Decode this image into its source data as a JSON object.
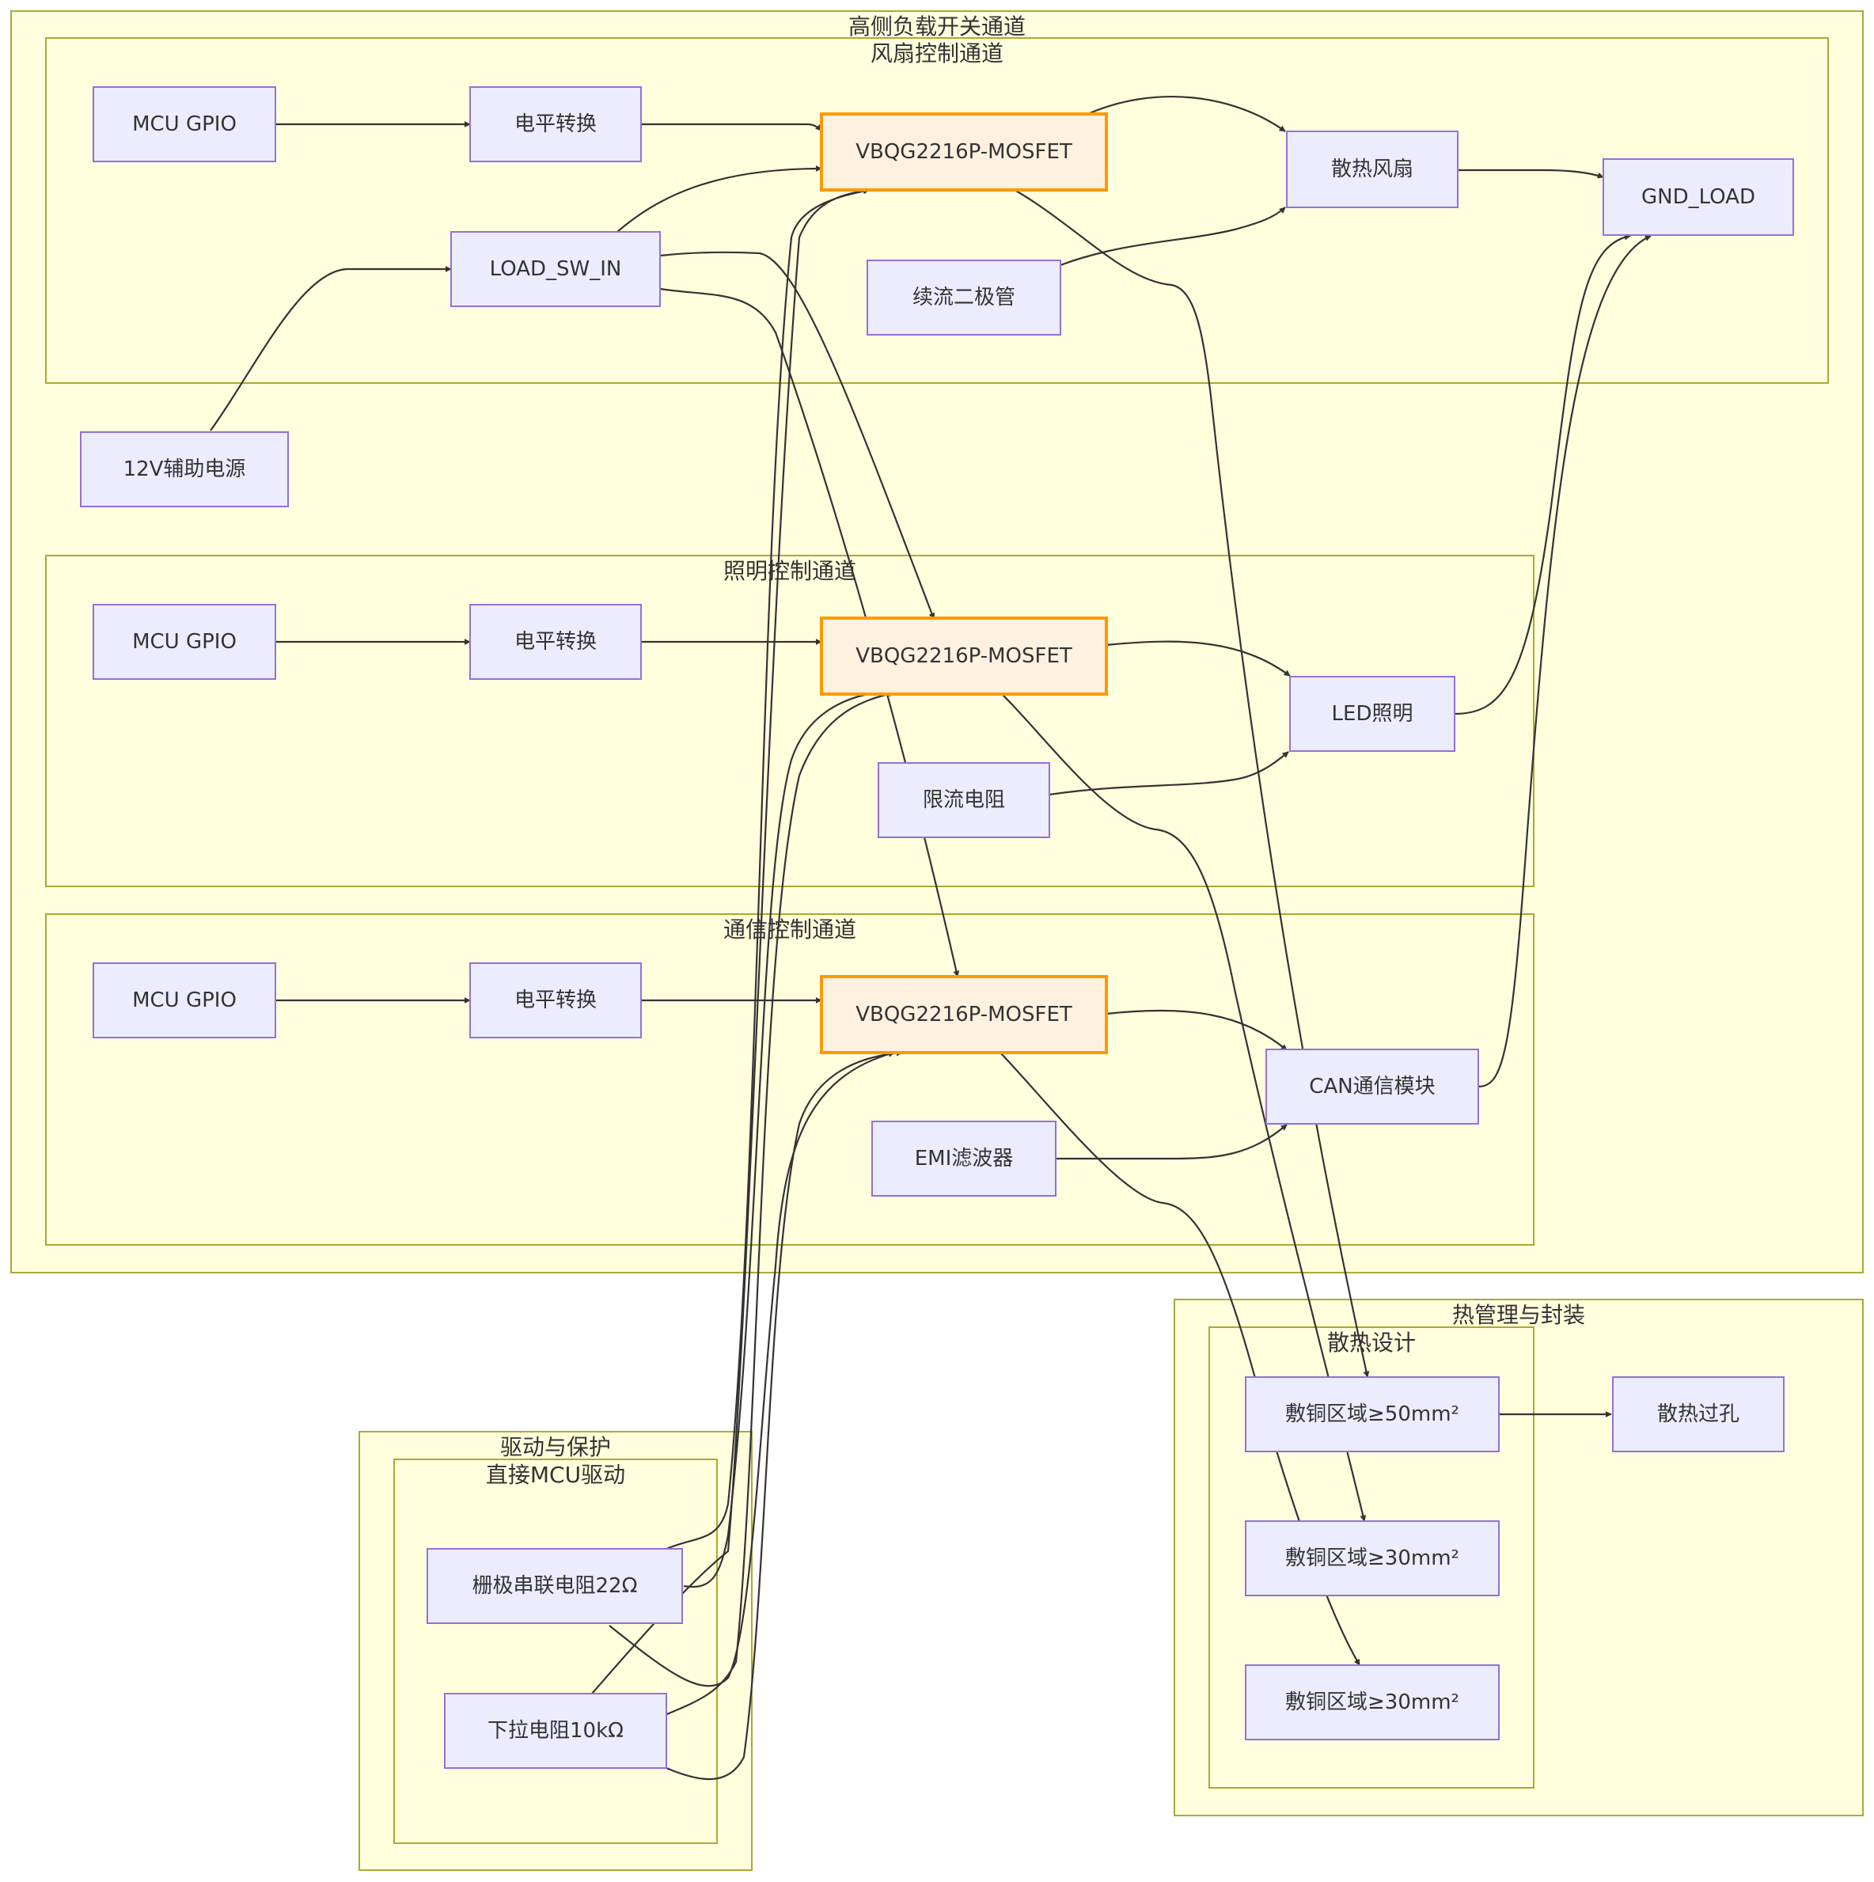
{
  "clusters": {
    "high_side": "高侧负载开关通道",
    "fan": "风扇控制通道",
    "lighting": "照明控制通道",
    "comm": "通信控制通道",
    "thermal": "热管理与封装",
    "heat_design": "散热设计",
    "driver": "驱动与保护",
    "direct_mcu": "直接MCU驱动"
  },
  "nodes": {
    "mcu_gpio_1": "MCU GPIO",
    "level_1": "电平转换",
    "mosfet_1": "VBQG2216P-MOSFET",
    "fan": "散热风扇",
    "gnd_load": "GND_LOAD",
    "load_sw_in": "LOAD_SW_IN",
    "diode": "续流二极管",
    "aux_12v": "12V辅助电源",
    "mcu_gpio_2": "MCU GPIO",
    "level_2": "电平转换",
    "mosfet_2": "VBQG2216P-MOSFET",
    "led": "LED照明",
    "current_limit": "限流电阻",
    "mcu_gpio_3": "MCU GPIO",
    "level_3": "电平转换",
    "mosfet_3": "VBQG2216P-MOSFET",
    "can": "CAN通信模块",
    "emi": "EMI滤波器",
    "copper_50": "敷铜区域≥50mm²",
    "vias": "散热过孔",
    "copper_30a": "敷铜区域≥30mm²",
    "copper_30b": "敷铜区域≥30mm²",
    "gate_res": "栅极串联电阻22Ω",
    "pulldown": "下拉电阻10kΩ"
  },
  "colors": {
    "cluster_fill": "#ffffde",
    "cluster_stroke": "#aaaa33",
    "node_fill": "#ececff",
    "node_stroke": "#9370db",
    "mosfet_fill": "#fff1e0",
    "mosfet_stroke": "#ff9800",
    "edge": "#333333"
  },
  "edges": [
    [
      "mcu_gpio_1",
      "level_1"
    ],
    [
      "level_1",
      "mosfet_1"
    ],
    [
      "mosfet_1",
      "fan"
    ],
    [
      "fan",
      "gnd_load"
    ],
    [
      "aux_12v",
      "load_sw_in"
    ],
    [
      "load_sw_in",
      "mosfet_1"
    ],
    [
      "load_sw_in",
      "mosfet_2"
    ],
    [
      "load_sw_in",
      "mosfet_3"
    ],
    [
      "diode",
      "fan"
    ],
    [
      "mcu_gpio_2",
      "level_2"
    ],
    [
      "level_2",
      "mosfet_2"
    ],
    [
      "mosfet_2",
      "led"
    ],
    [
      "led",
      "gnd_load"
    ],
    [
      "current_limit",
      "led"
    ],
    [
      "mcu_gpio_3",
      "level_3"
    ],
    [
      "level_3",
      "mosfet_3"
    ],
    [
      "mosfet_3",
      "can"
    ],
    [
      "can",
      "gnd_load"
    ],
    [
      "emi",
      "can"
    ],
    [
      "mosfet_1",
      "copper_50"
    ],
    [
      "mosfet_2",
      "copper_30a"
    ],
    [
      "mosfet_3",
      "copper_30b"
    ],
    [
      "copper_50",
      "vias"
    ],
    [
      "gate_res",
      "mosfet_1"
    ],
    [
      "gate_res",
      "mosfet_2"
    ],
    [
      "gate_res",
      "mosfet_3"
    ],
    [
      "pulldown",
      "mosfet_1"
    ],
    [
      "pulldown",
      "mosfet_2"
    ],
    [
      "pulldown",
      "mosfet_3"
    ]
  ]
}
